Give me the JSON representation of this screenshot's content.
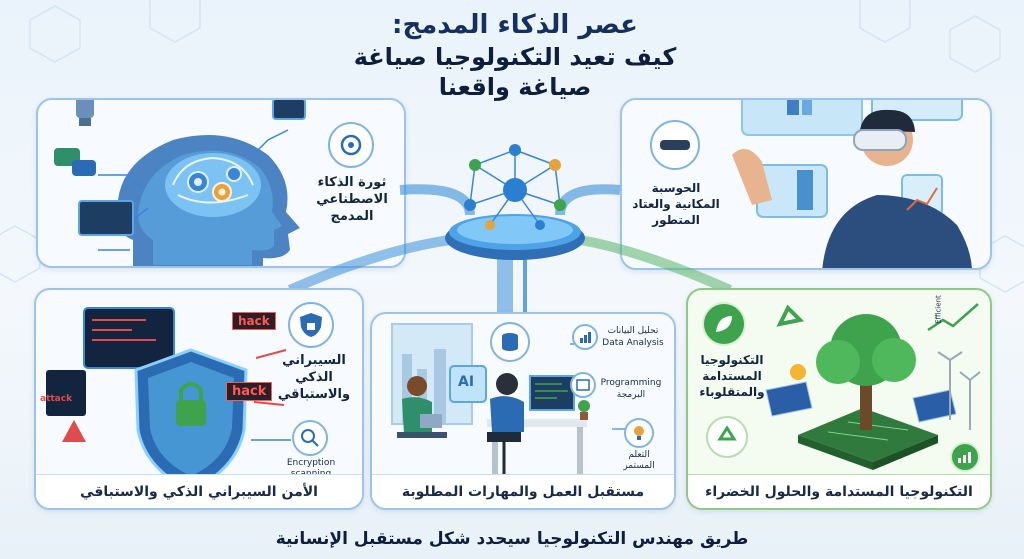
{
  "title": {
    "line1": "عصر الذكاء المدمج:",
    "line2": "كيف تعيد التكنولوجيا صياغة",
    "line3": "صياغة واقعنا"
  },
  "panels": {
    "ai": {
      "label": "ثورة الذكاء الاصطناعي المدمج"
    },
    "spatial": {
      "label": "الحوسبة المكانية والعتاد المتطور"
    },
    "security": {
      "label": "السيبراني الذكي والاستباقي",
      "caption": "الأمن السيبراني الذكي والاستباقي",
      "hack1": "hack",
      "hack2": "hack",
      "attack": "attack",
      "encryption": "Encryption scanning"
    },
    "work": {
      "caption": "مستقبل العمل والمهارات المطلوبة",
      "ai_sign": "AI",
      "data_analysis_ar": "تحليل البيانات",
      "data_analysis_en": "Data Analysis",
      "programming_en": "Programming",
      "programming_ar": "البرمجة",
      "learning": "التعلم المستمر"
    },
    "green": {
      "label": "التكنولوجيا المستدامة والمتقلوباء",
      "caption": "التكنولوجيا المستدامة والحلول الخضراء",
      "efficient": "Efficient"
    }
  },
  "footer": "طريق مهندس التكنولوجيا سيحدد شكل مستقبل الإنسانية",
  "colors": {
    "accent": "#2a7fd0",
    "green": "#3fa34d",
    "navy": "#15305e"
  }
}
